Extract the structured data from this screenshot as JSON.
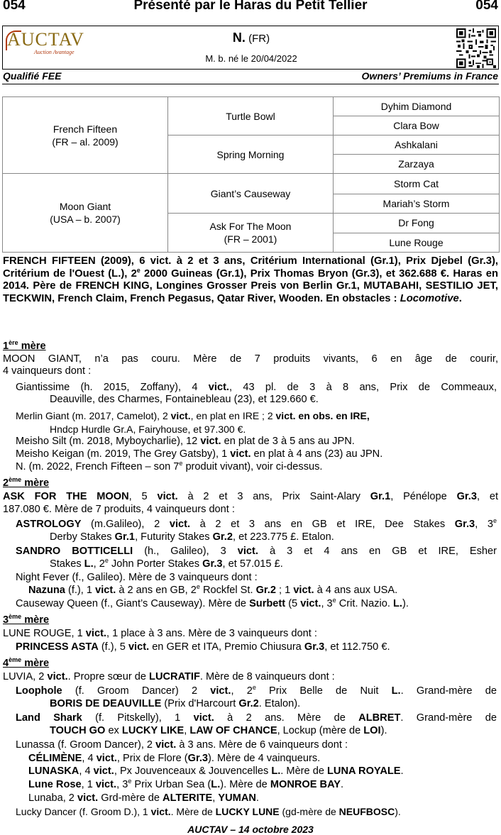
{
  "header": {
    "lot_left": "054",
    "title": "Présenté par le Haras du Petit Tellier",
    "lot_right": "054"
  },
  "logo": {
    "name": "AUCTAV",
    "tagline": "Auction Avantage"
  },
  "horse": {
    "name": "N.",
    "country": "(FR)",
    "birth": "M. b. né le 20/04/2022"
  },
  "qualifs": {
    "left": "Qualifié FEE",
    "right": "Owners’ Premiums in France"
  },
  "pedigree": {
    "sire": [
      "French Fifteen",
      "(FR – al. 2009)"
    ],
    "dam": [
      "Moon Giant",
      "(USA – b. 2007)"
    ],
    "ss": "Turtle Bowl",
    "sd": "Spring Morning",
    "ds": "Giant’s Causeway",
    "dd": [
      "Ask For The Moon",
      "(FR – 2001)"
    ],
    "g": [
      "Dyhim Diamond",
      "Clara Bow",
      "Ashkalani",
      "Zarzaya",
      "Storm Cat",
      "Mariah’s Storm",
      "Dr Fong",
      "Lune Rouge"
    ]
  },
  "sire_perf": {
    "text": "FRENCH FIFTEEN (2009), 6 vict. à 2 et 3 ans, Critérium International (Gr.1), Prix Djebel (Gr.3), Critérium de l'Ouest (L.), 2",
    "sup": "e",
    "text2": " 2000 Guineas (Gr.1), Prix Thomas Bryon (Gr.3), et 362.688 €. Haras en 2014. Père de FRENCH KING, Longines Grosser Preis von Berlin Gr.1, MUTABAHI, SESTILIO JET, TECKWIN, French Claim, French Pegasus, Qatar River, Wooden. En obstacles : ",
    "italic": "Locomotive",
    "end": "."
  },
  "mere1": {
    "head": "1",
    "head_sup": "ère",
    "head_word": " mère",
    "l1": "MOON GIANT, n’a pas couru. Mère de 7 produits vivants, 6 en âge de courir,",
    "l2": "4 vainqueurs dont :",
    "g1a": "Giantissime (h. 2015, Zoffany), 4 ",
    "vict": "vict.",
    "g1b": ", 43 pl. de 3 à 8 ans, Prix de Commeaux,",
    "g1c": "Deauville, des Charmes, Fontainebleau (23), et 129.660 €.",
    "m1a": "Merlin Giant (m. 2017, Camelot), 2 ",
    "m1b": ", en plat en IRE ; 2 ",
    "m1c": "vict. en obs. en IRE,",
    "m1d": "Hndcp Hurdle Gr.A, Fairyhouse, et 97.300 €.",
    "s1a": "Meisho Silt (m. 2018, Myboycharlie), 12 ",
    "s1b": " en plat de 3 à 5 ans au JPN.",
    "k1a": "Meisho Keigan (m. 2019, The Grey Gatsby), 1 ",
    "k1b": " en plat à 4 ans (23) au JPN.",
    "n1a": "N. (m. 2022, French Fifteen – son 7",
    "n1sup": "e",
    "n1b": " produit vivant), voir ci-dessus."
  },
  "mere2": {
    "head": "2",
    "head_sup": "ème",
    "head_word": " mère",
    "a1": "ASK FOR THE MOON",
    "a2": ", 5 ",
    "a3": " à 2 et 3 ans, Prix Saint-Alary ",
    "gr1": "Gr.1",
    "a4": ", Pénélope ",
    "gr3": "Gr.3",
    "a5": ", et",
    "b1": "187.080 €. Mère de 7 produits, 4 vainqueurs dont :",
    "c1": "ASTROLOGY",
    "c2": " (m.Galileo), 2 ",
    "c3": " à 2 et 3 ans en GB et IRE, Dee Stakes ",
    "c4": ", 3",
    "c4sup": "e",
    "c5": "Derby Stakes ",
    "c6": ", Futurity Stakes ",
    "gr2": "Gr.2",
    "c7": ", et 223.775 £. Etalon.",
    "d1": "SANDRO BOTTICELLI",
    "d2": " (h., Galileo), 3 ",
    "d3": " à 3 et 4 ans en GB et IRE, Esher",
    "d4": "Stakes ",
    "L": "L.",
    "d5": ", 2",
    "d5sup": "e",
    "d6": " John Porter Stakes ",
    "d7": ", et 57.015 £.",
    "e1": "Night Fever (f., Galileo). Mère de 3 vainqueurs dont :",
    "f1": "Nazuna",
    "f2": " (f.), 1 ",
    "f3": " à 2 ans en GB, 2",
    "f3sup": "e",
    "f4": " Rockfel St. ",
    "f5": " ; 1 ",
    "f6": " à 4 ans aux USA.",
    "h1": "Causeway Queen (f., Giant’s Causeway). Mère de ",
    "h2": "Surbett",
    "h3": " (5 ",
    "h4": ", 3",
    "h4sup": "e",
    "h5": " Crit. Nazio. ",
    "h6": ")."
  },
  "mere3": {
    "head": "3",
    "head_sup": "ème",
    "head_word": " mère",
    "a1": "LUNE ROUGE, 1 ",
    "a2": ", 1 place à 3 ans. Mère de 3 vainqueurs dont :",
    "b1": "PRINCESS ASTA",
    "b2": " (f.), 5 ",
    "b3": " en GER et ITA, Premio Chiusura ",
    "b4": ", et 112.750 €."
  },
  "mere4": {
    "head": "4",
    "head_sup": "ème",
    "head_word": " mère",
    "a1": "LUVIA, 2 ",
    "a2": ". Propre sœur de ",
    "a3": "LUCRATIF",
    "a4": ". Mère de 8 vainqueurs dont :",
    "b1": "Loophole",
    "b2": " (f. Groom Dancer) 2 ",
    "b3": ", 2",
    "b3sup": "e",
    "b4": " Prix Belle de Nuit ",
    "b5": ". Grand-mère de",
    "c1": "BORIS DE DEAUVILLE",
    "c2": " (Prix d'Harcourt ",
    "c3": ". Etalon).",
    "d1": "Land Shark",
    "d2": " (f. Pitskelly), 1 ",
    "d3": " à 2 ans. Mère de ",
    "d4": "ALBRET",
    "d5": ". Grand-mère de",
    "e1": "TOUCH GO",
    "e2": " ex ",
    "e3": "LUCKY LIKE",
    "e4": ", ",
    "e5": "LAW OF CHANCE",
    "e6": ", Lockup (mère de ",
    "e7": "LOI",
    "e8": ").",
    "f1": "Lunassa (f. Groom Dancer), 2 ",
    "f2": " à 3 ans. Mère de 6 vainqueurs dont :",
    "g1": "CÉLIMÈNE",
    "g2": ", 4 ",
    "g3": ", Prix de Flore (",
    "g4": ").  Mère de 4 vainqueurs.",
    "h1": "LUNASKA",
    "h2": ", 4 ",
    "h3": ", Px Jouvenceaux & Jouvencelles ",
    "h4": ". Mère de ",
    "h5": "LUNA ROYALE",
    "i1": "Lune Rose",
    "i2": ", 1 ",
    "i3": ", 3",
    "i3sup": "e",
    "i4": " Prix Urban Sea (",
    "i5": "). Mère de ",
    "i6": "MONROE BAY",
    "j1": "Lunaba, 2 ",
    "j2": " Grd-mère de ",
    "j3": "ALTERITE",
    "j4": ", ",
    "j5": "YUMAN",
    "k1": "Lucky Dancer (f. Groom D.), 1 ",
    "k2": ". Mère de ",
    "k3": "LUCKY LUNE",
    "k4": " (gd-mère de ",
    "k5": "NEUFBOSC",
    "k6": ")."
  },
  "punct": {
    "dot": "."
  },
  "footer": "AUCTAV – 14 octobre 2023"
}
